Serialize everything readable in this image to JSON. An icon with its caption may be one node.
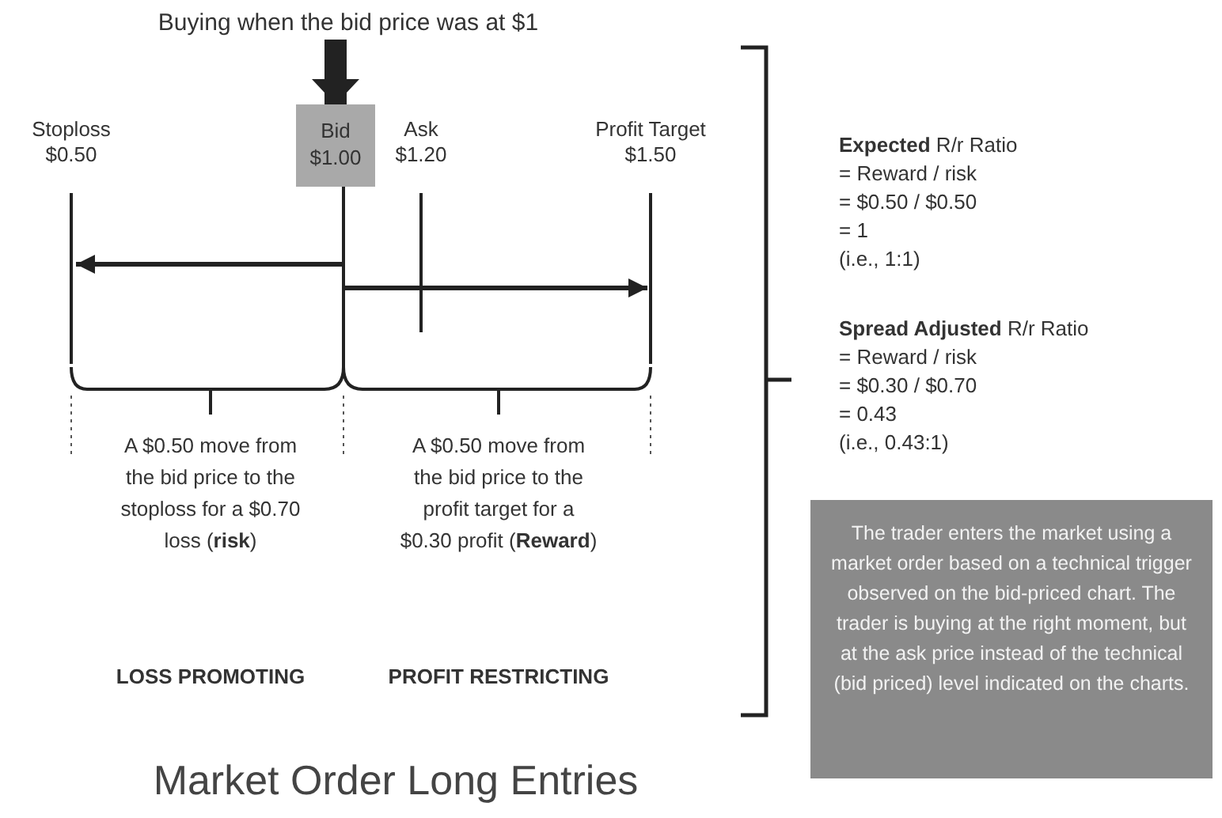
{
  "diagram": {
    "title": "Market Order Long Entries",
    "nodes": [
      {
        "text": [
          "Buying when the bid price was at $1"
        ]
      },
      {
        "text": [
          "Bid $1.00"
        ]
      },
      {
        "text": [
          "The trader enters the market using a market order based on a technical trigger observed on the bid-priced chart. The trader is buying at the right moment, but at the ask price instead of the technical (bid priced) level indicated on the charts."
        ]
      }
    ],
    "edges": [
      {
        "from": 0,
        "to": 1,
        "arrow": "to"
      }
    ],
    "labels": [
      "Stoploss $0.50",
      "Ask $1.20",
      "Profit Target $1.50",
      "**Expected** R/r Ratio",
      "= Reward / risk",
      "= $0.50 / $0.50",
      "= 1",
      "(i.e., 1:1)",
      "**Spread Adjusted** R/r Ratio",
      "= Reward / risk",
      "= $0.30 / $0.70",
      "= 0.43",
      "(i.e., 0.43:1)",
      "A $0.50 move from the bid price to the stoploss for a $0.70 loss (**risk**)",
      "A $0.50 move from the bid price to the profit target for a $0.30 profit (**Reward**)",
      "LOSS PROMOTING",
      "PROFIT RESTRICTING"
    ]
  }
}
